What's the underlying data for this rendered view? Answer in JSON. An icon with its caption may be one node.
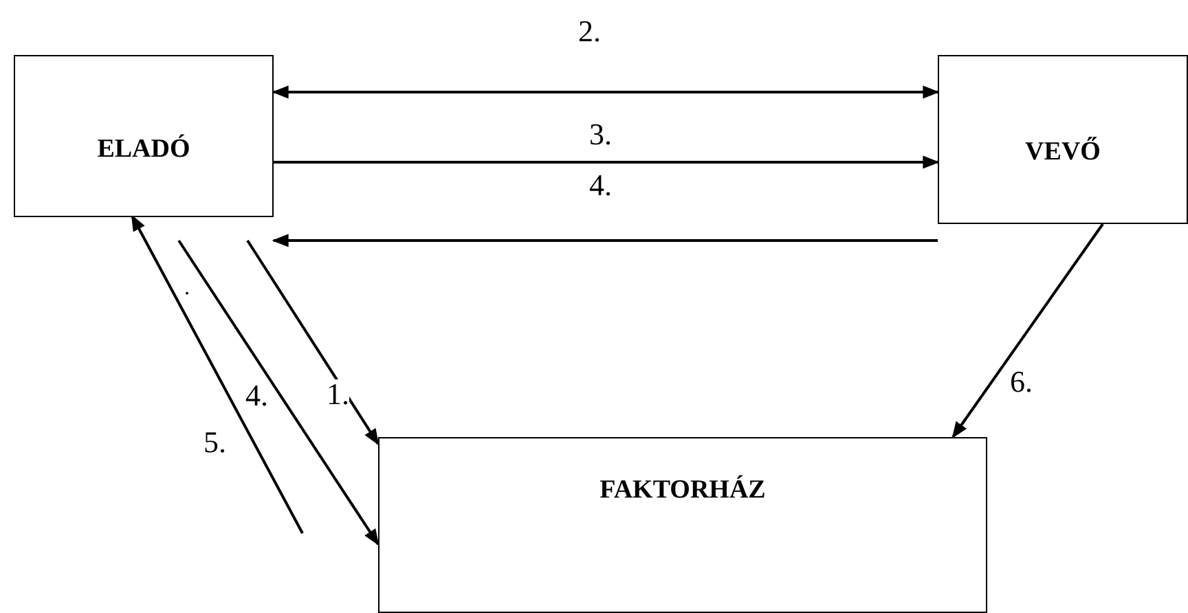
{
  "diagram": {
    "nodes": [
      {
        "text": [
          "ELADÓ"
        ]
      },
      {
        "text": [
          "VEVŐ"
        ]
      },
      {
        "text": [
          "FAKTORHÁZ"
        ]
      }
    ],
    "edges": [
      {
        "from": 0,
        "to": 1,
        "arrow": "both",
        "label": "2."
      },
      {
        "from": 0,
        "to": 1,
        "arrow": "to",
        "label": "3."
      },
      {
        "from": 1,
        "to": 0,
        "arrow": "to",
        "label": "4."
      },
      {
        "from": 0,
        "to": 2,
        "arrow": "to",
        "label": "1."
      },
      {
        "from": 0,
        "to": 2,
        "arrow": "to",
        "label": "4."
      },
      {
        "from": 2,
        "to": 0,
        "arrow": "to",
        "label": "5."
      },
      {
        "from": 1,
        "to": 2,
        "arrow": "to",
        "label": "6."
      }
    ],
    "labels": [
      "."
    ]
  }
}
